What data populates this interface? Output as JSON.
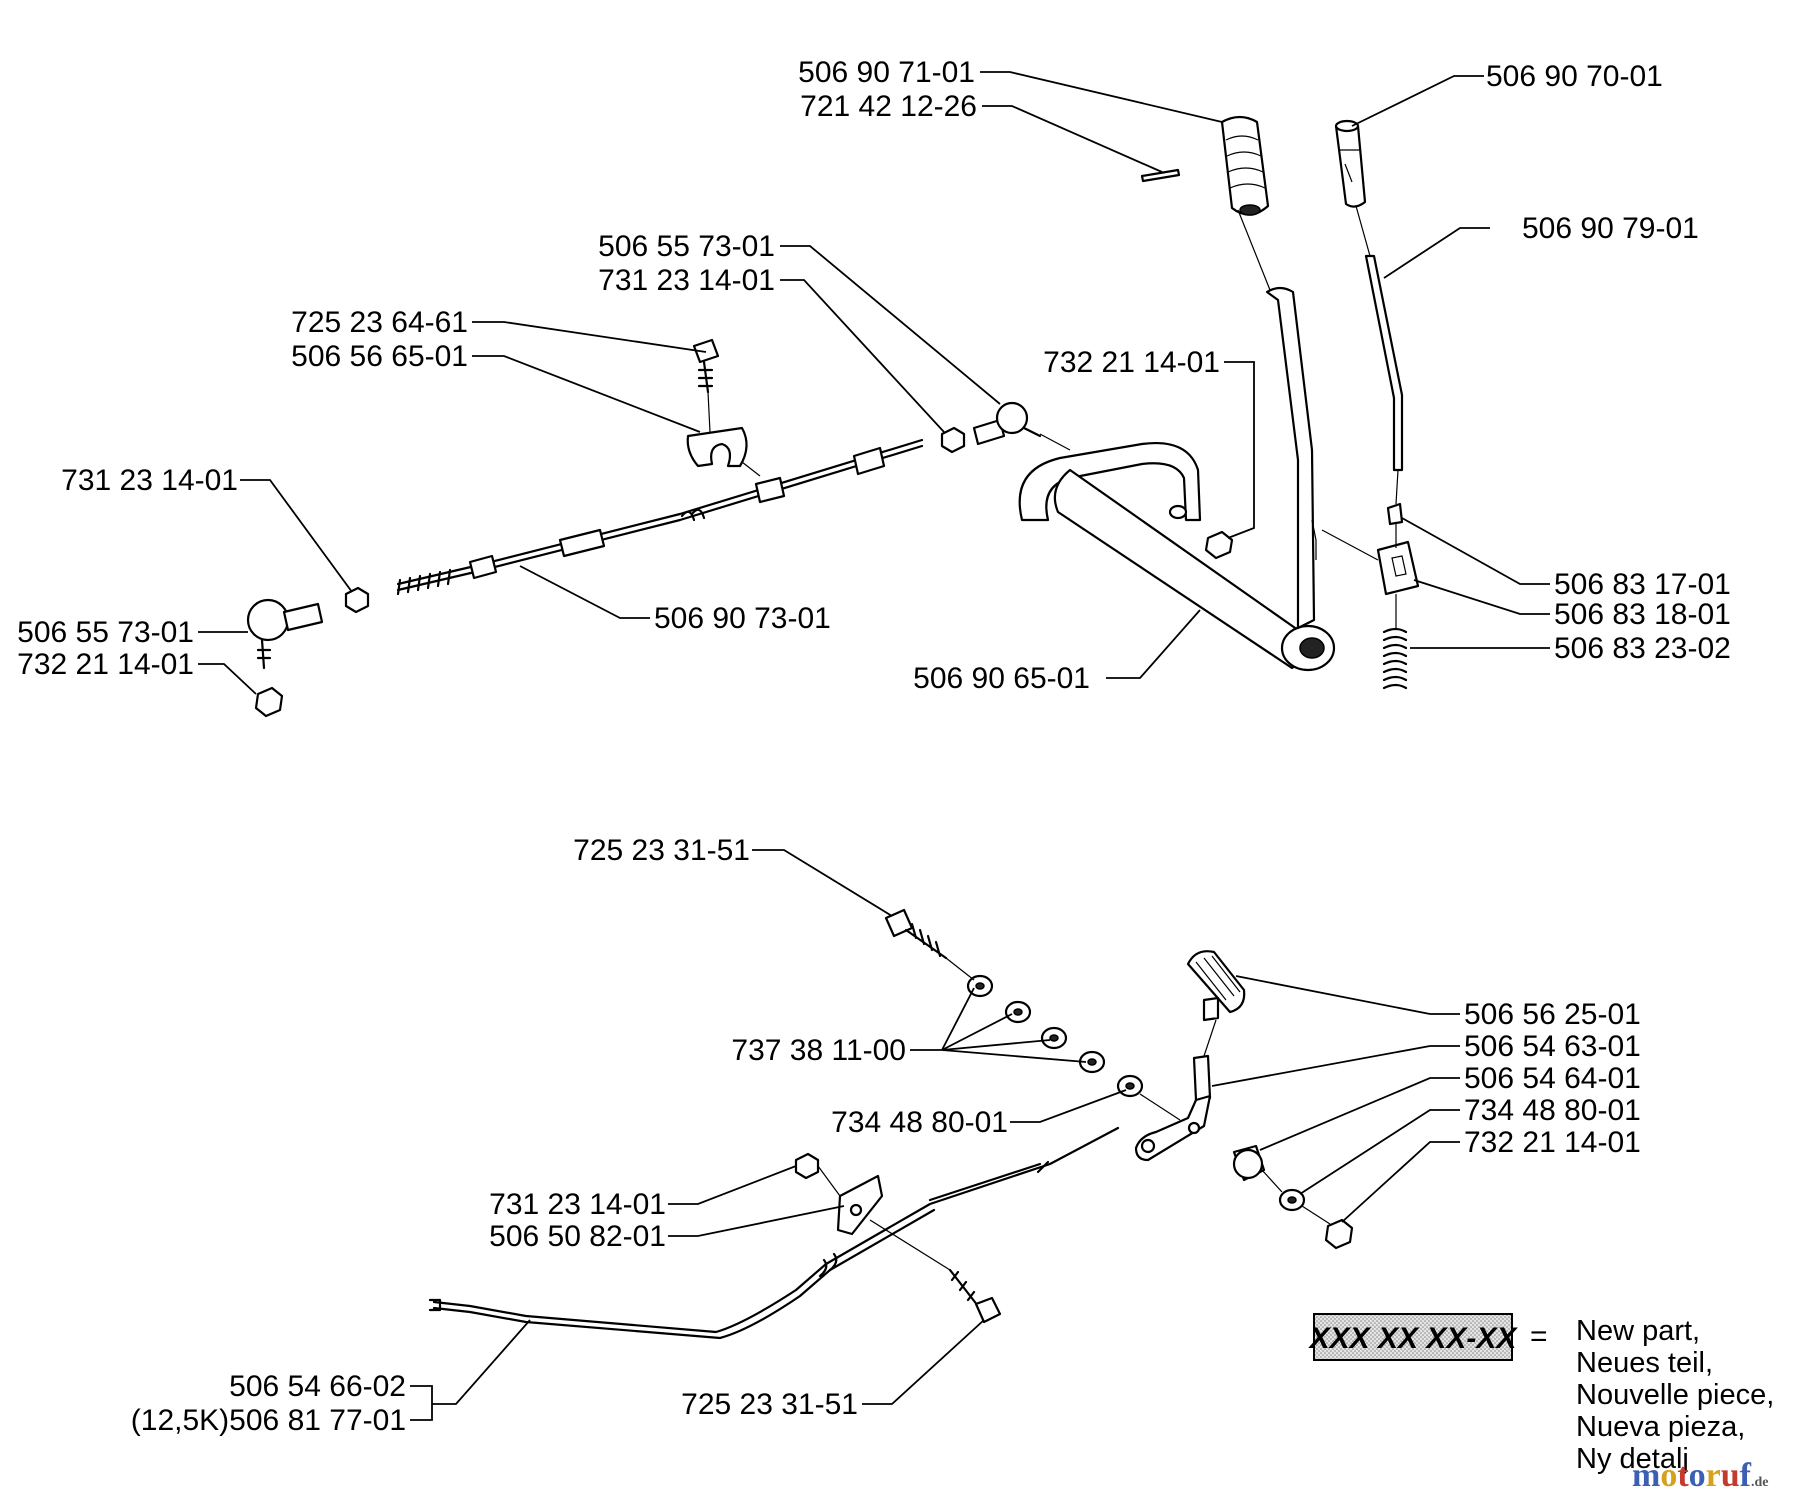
{
  "labels": {
    "top_handle": "506 90 71-01",
    "top_pin": "721 42 12-26",
    "top_knob": "506 90 70-01",
    "top_rod": "506 90 79-01",
    "joint_upper": "506 55 73-01",
    "nut_upper": "731 23 14-01",
    "bolt_clamp": "725 23 64-61",
    "clamp": "506 56 65-01",
    "locknut_bracket": "732 21 14-01",
    "nut_left": "731 23 14-01",
    "joint_lower": "506 55 73-01",
    "locknut_left": "732 21 14-01",
    "cable_top": "506 90 73-01",
    "lever_assembly": "506 90 65-01",
    "sleeve": "506 83 17-01",
    "plate": "506 83 18-01",
    "spring": "506 83 23-02",
    "bolt_upper": "725 23 31-51",
    "knob_lower": "506 56 25-01",
    "lever_lower": "506 54 63-01",
    "bushing": "506 54 64-01",
    "washer_right": "734 48 80-01",
    "locknut_right": "732 21 14-01",
    "washers": "737 38 11-00",
    "washer_mid": "734 48 80-01",
    "nut_bracket": "731 23 14-01",
    "bracket": "506 50 82-01",
    "cable_lower_a": "506 54 66-02",
    "cable_lower_b": "(12,5K)506 81 77-01",
    "bolt_lower": "725 23 31-51"
  },
  "legend": {
    "symbol": "XXX XX XX-XX",
    "equals": "=",
    "lines": [
      "New part,",
      "Neues teil,",
      "Nouvelle piece,",
      "Nueva pieza,",
      "Ny detalj"
    ]
  },
  "watermark": {
    "name": "motoruf",
    "suffix": ".de",
    "colors": [
      "#3b5fb3",
      "#d6a21e",
      "#c43a2e"
    ]
  }
}
